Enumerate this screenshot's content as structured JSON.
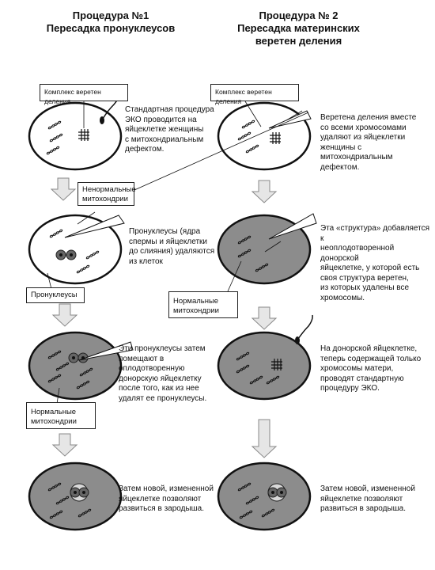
{
  "titles": {
    "left": {
      "line1": "Процедура №1",
      "line2": "Пересадка пронуклеусов"
    },
    "right": {
      "line1": "Процедура № 2",
      "line2": "Пересадка материнских",
      "line3": "веретен деления"
    }
  },
  "labels": {
    "spindle_complex_left": "Комплекс веретен деления",
    "spindle_complex_right": "Комплекс веретен деления",
    "abnormal_mito_1": "Ненормальные",
    "abnormal_mito_2": "митохондрии",
    "pronuclei": "Пронуклеусы",
    "normal_mito_right_1": "Нормальные",
    "normal_mito_right_2": "митохондрии",
    "normal_mito_left_1": "Нормальные",
    "normal_mito_left_2": "митохондрии"
  },
  "left_steps": [
    {
      "lines": [
        "Стандартная процедура",
        "ЭКО проводится на",
        "яйцеклетке женщины",
        "с митохондриальным",
        "дефектом."
      ]
    },
    {
      "lines": [
        "Пронуклеусы (ядра",
        "спермы и яйцеклетки",
        "до слияния) удаляются",
        "из клеток"
      ]
    },
    {
      "lines": [
        "Эти пронуклеусы затем",
        "помещают в оплодотворенную",
        "донорскую яйцеклетку",
        "после того, как из нее",
        "удалят ее пронуклеусы."
      ]
    },
    {
      "lines": [
        "Затем новой, измененной",
        "яйцеклетке позволяют",
        "развиться в зародыша."
      ]
    }
  ],
  "right_steps": [
    {
      "lines": [
        "Веретена деления вместе",
        "со всеми хромосомами",
        "удаляют из яйцеклетки",
        "женщины с митохондриальным",
        "дефектом."
      ]
    },
    {
      "lines": [
        "Эта «структура» добавляется к",
        "неоплодотворенной донорской",
        "яйцеклетке, у которой есть",
        "своя структура веретен,",
        "из которых удалены все",
        "хромосомы."
      ]
    },
    {
      "lines": [
        "На донорской яйцеклетке,",
        "теперь содержащей только",
        "хромосомы матери,",
        "проводят стандартную",
        "процедуру ЭКО."
      ]
    },
    {
      "lines": [
        "Затем новой, измененной",
        "яйцеклетке позволяют",
        "развиться в зародыша."
      ]
    }
  ],
  "colors": {
    "donor_cell": "#8c8c8c",
    "patient_cell": "#ffffff",
    "arrow": "#e6e6e6",
    "outline": "#111111"
  }
}
